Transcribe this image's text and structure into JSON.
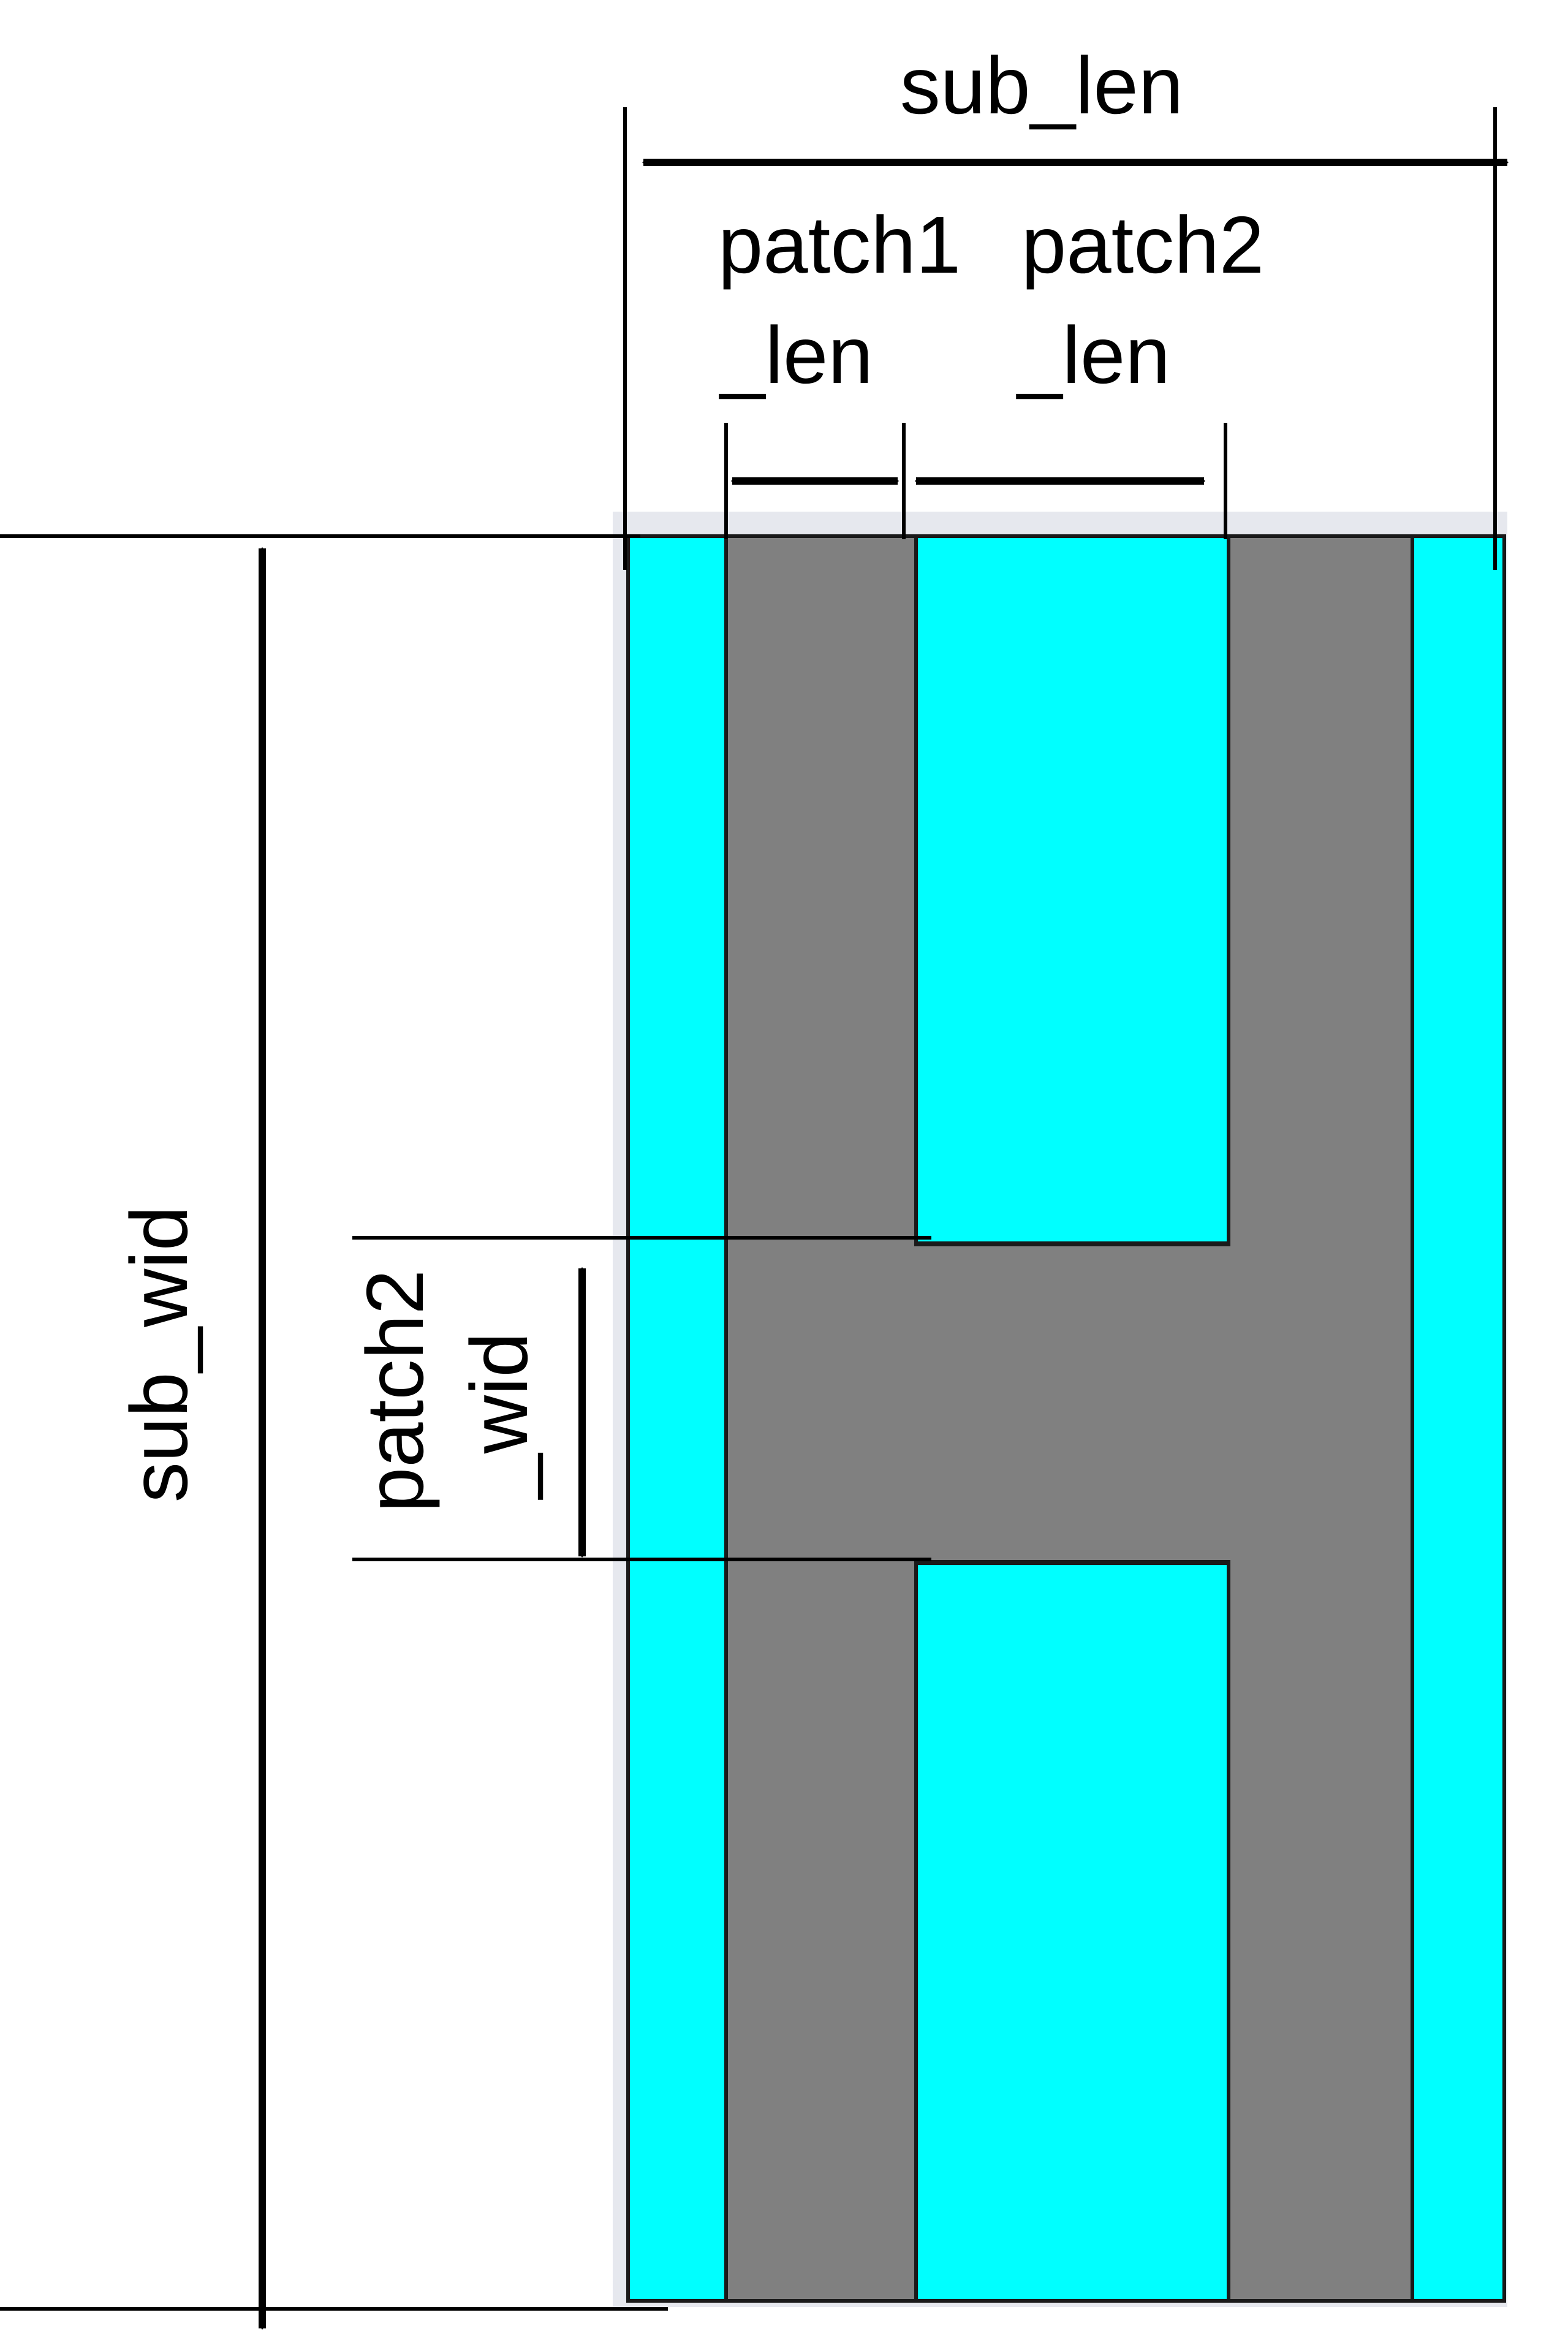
{
  "labels": {
    "sub_len": "sub_len",
    "patch1_len_line1": "patch1",
    "patch1_len_line2": "_len",
    "patch2_len_line1": "patch2",
    "patch2_len_line2": "_len",
    "sub_wid": "sub_wid",
    "patch2_wid_line1": "patch2",
    "patch2_wid_line2": "_wid"
  },
  "colors": {
    "substrate": "#00ffff",
    "metal": "#808080",
    "outline": "#1a1a1a",
    "dimension": "#000000",
    "background": "#ffffff"
  }
}
